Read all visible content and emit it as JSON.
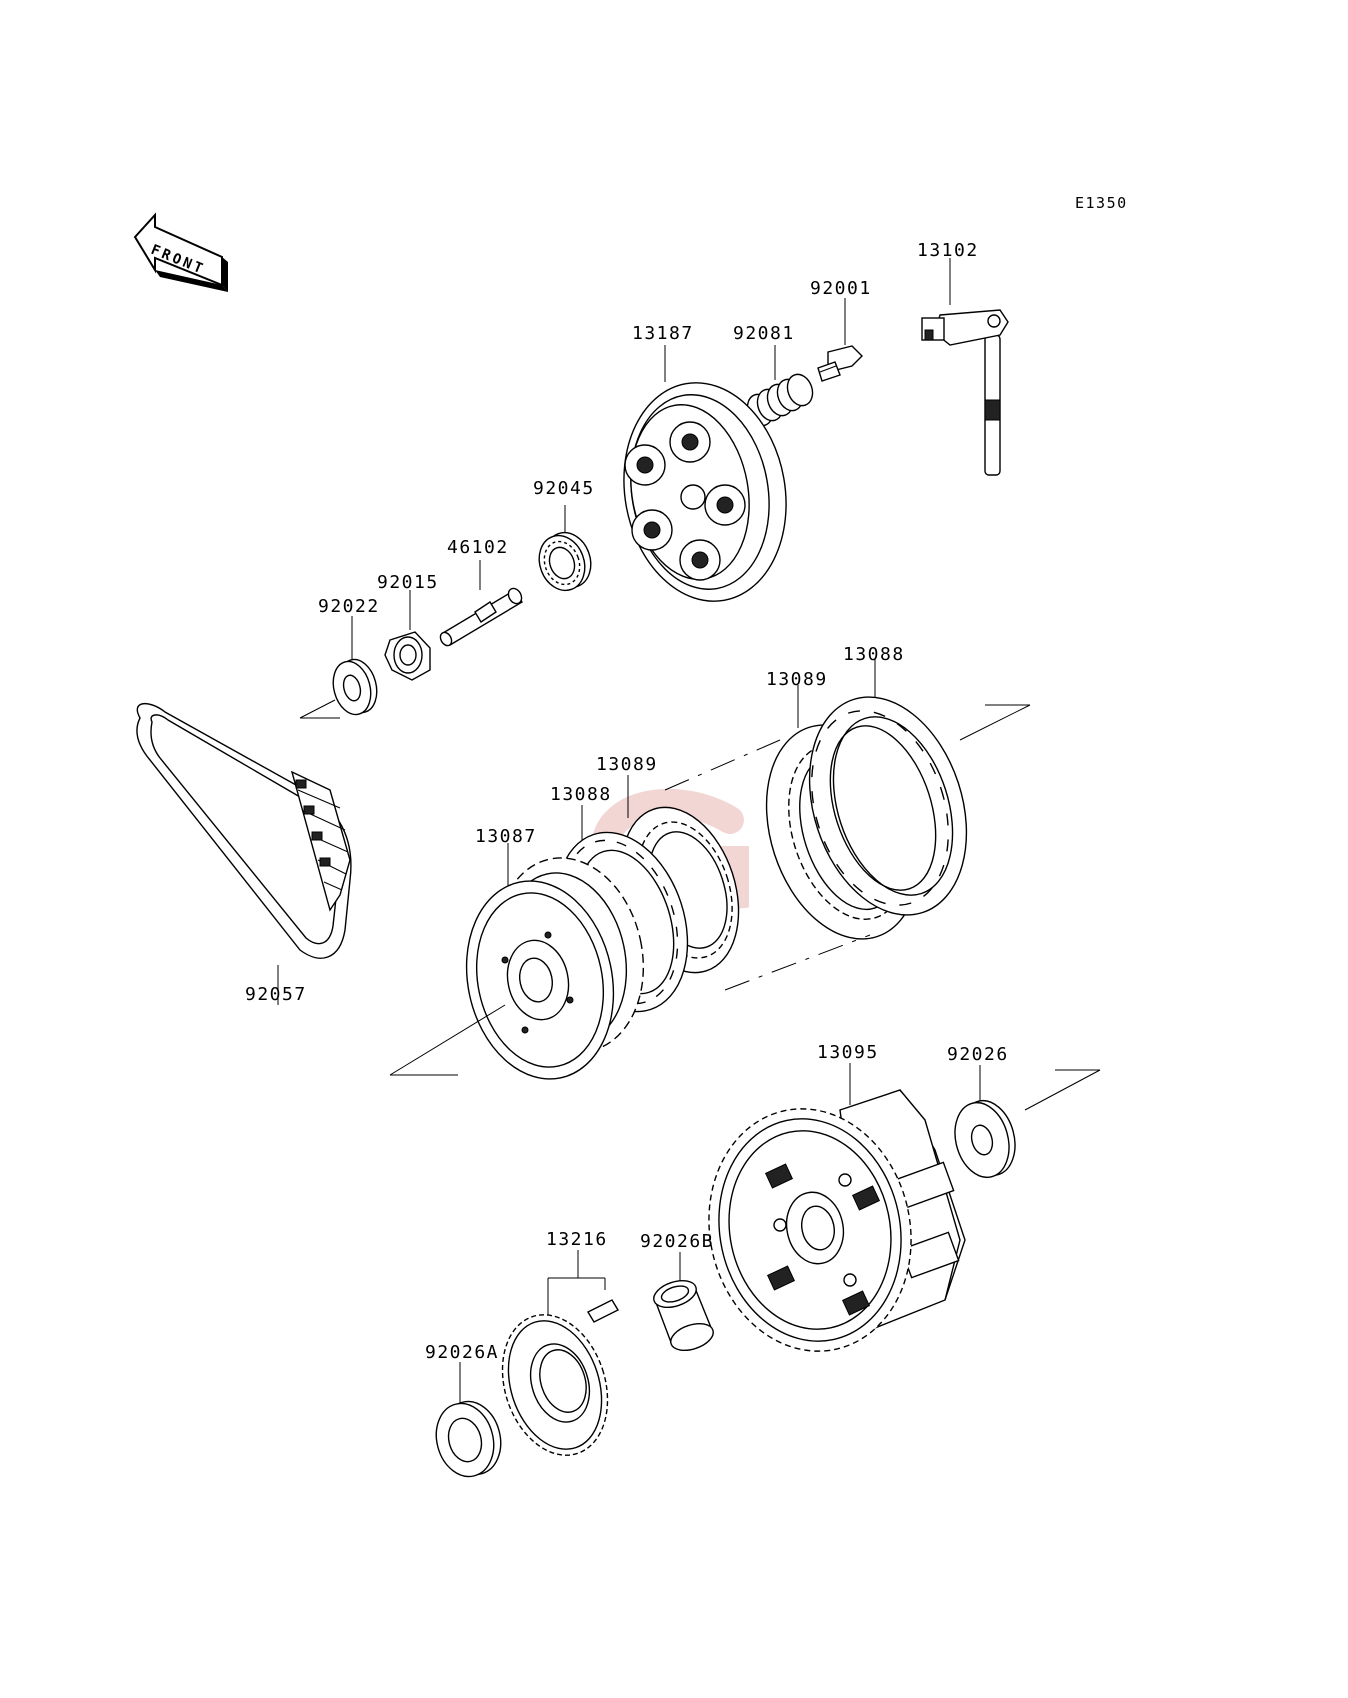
{
  "diagram_code": "E1350",
  "front_arrow": {
    "label": "FRONT",
    "icon": "front-arrow-icon"
  },
  "watermark": {
    "icon": "g-logo-watermark-icon",
    "color": "#e8b4b0"
  },
  "parts": {
    "p13102": "13102",
    "p92001": "92001",
    "p13187": "13187",
    "p92081": "92081",
    "p92045": "92045",
    "p46102": "46102",
    "p92015": "92015",
    "p92022": "92022",
    "p13088_top": "13088",
    "p13089_top": "13089",
    "p13089_mid": "13089",
    "p13088_mid": "13088",
    "p13087": "13087",
    "p92057": "92057",
    "p13095": "13095",
    "p92026": "92026",
    "p13216": "13216",
    "p92026B": "92026B",
    "p92026A": "92026A"
  }
}
